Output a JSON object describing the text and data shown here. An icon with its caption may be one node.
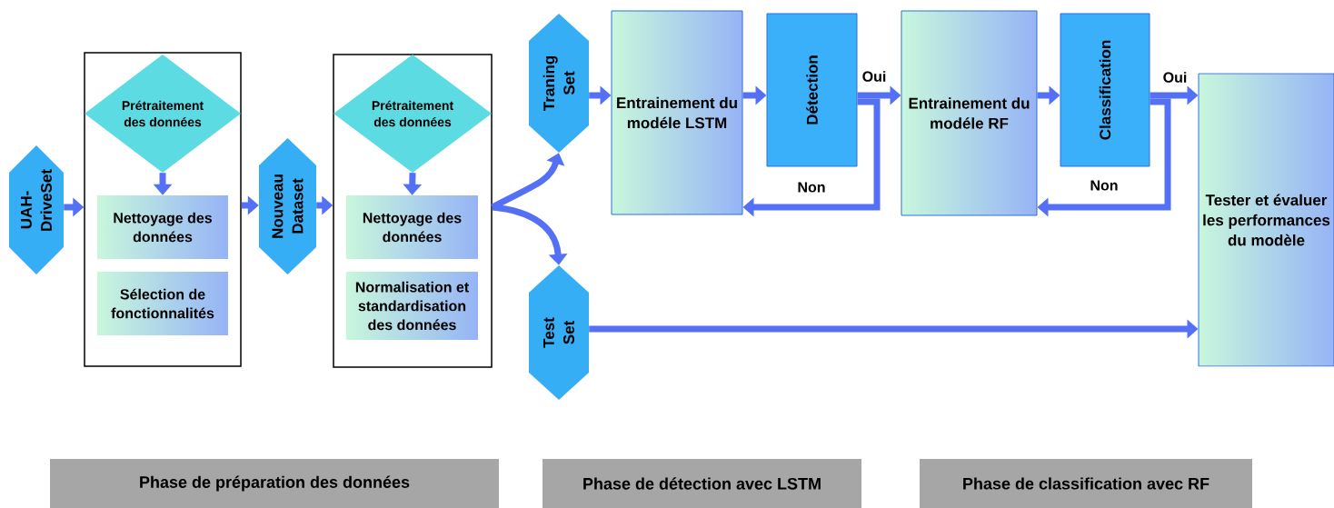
{
  "diagram": {
    "nodes": [
      {
        "text": [
          "UAH-DriveSet"
        ]
      },
      {
        "text": [],
        "shape": "box"
      },
      {
        "text": [
          "Prétraitement des données"
        ],
        "in": 1
      },
      {
        "text": [
          "Nettoyage des données"
        ],
        "in": 1
      },
      {
        "text": [
          "Sélection de fonctionnalités"
        ],
        "in": 1
      },
      {
        "text": [
          "Nouveau Dataset"
        ]
      },
      {
        "text": [],
        "shape": "box"
      },
      {
        "text": [
          "Prétraitement des données"
        ],
        "in": 6
      },
      {
        "text": [
          "Nettoyage des données"
        ],
        "in": 6
      },
      {
        "text": [
          "Normalisation et standardisation des données"
        ],
        "in": 6
      },
      {
        "text": [
          "Traning Set"
        ]
      },
      {
        "text": [
          "Test Set"
        ]
      },
      {
        "text": [
          "Entrainement du modéle LSTM"
        ]
      },
      {
        "text": [
          "Détection"
        ]
      },
      {
        "text": [
          "Entrainement du modéle RF"
        ]
      },
      {
        "text": [
          "Classification"
        ]
      },
      {
        "text": [
          "Tester et évaluer les performances du modèle"
        ]
      },
      {
        "text": [
          "Phase de préparation des données"
        ]
      },
      {
        "text": [
          "Phase de détection avec LSTM"
        ]
      },
      {
        "text": [
          "Phase de classification avec RF"
        ]
      }
    ],
    "edges": [
      {
        "from": 0,
        "to": 1,
        "arrow": "to"
      },
      {
        "from": 2,
        "to": 3,
        "arrow": "to"
      },
      {
        "from": 1,
        "to": 5,
        "arrow": "to"
      },
      {
        "from": 5,
        "to": 6,
        "arrow": "to"
      },
      {
        "from": 7,
        "to": 8,
        "arrow": "to"
      },
      {
        "from": 6,
        "to": 10,
        "arrow": "to"
      },
      {
        "from": 6,
        "to": 11,
        "arrow": "to"
      },
      {
        "from": 10,
        "to": 12,
        "arrow": "to"
      },
      {
        "from": 12,
        "to": 13,
        "arrow": "to"
      },
      {
        "from": 13,
        "to": 14,
        "arrow": "to",
        "label": "Oui"
      },
      {
        "from": 13,
        "to": 12,
        "arrow": "to",
        "label": "Non"
      },
      {
        "from": 14,
        "to": 15,
        "arrow": "to"
      },
      {
        "from": 15,
        "to": 16,
        "arrow": "to",
        "label": "Oui"
      },
      {
        "from": 15,
        "to": 14,
        "arrow": "to",
        "label": "Non"
      },
      {
        "from": 11,
        "to": 16,
        "arrow": "to"
      }
    ]
  }
}
